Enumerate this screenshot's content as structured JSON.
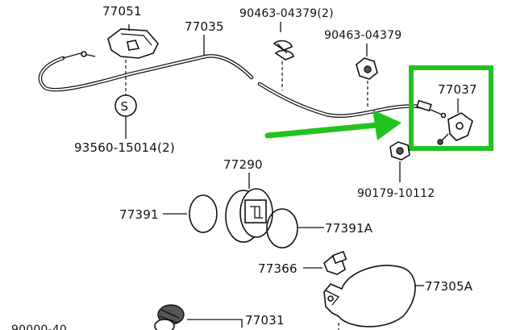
{
  "colors": {
    "highlight": "#22c31f",
    "ink": "#111111",
    "background": "#ffffff"
  },
  "labels": {
    "p77051": "77051",
    "p77035": "77035",
    "p90463_2": "90463-04379(2)",
    "p90463": "90463-04379",
    "p77037": "77037",
    "s_symbol": "S",
    "p93560": "93560-15014(2)",
    "p77290": "77290",
    "p90179": "90179-10112",
    "p77391": "77391",
    "p77391a": "77391A",
    "p77366": "77366",
    "p77305a": "77305A",
    "p77031": "77031",
    "cutoff": "90000-40"
  }
}
